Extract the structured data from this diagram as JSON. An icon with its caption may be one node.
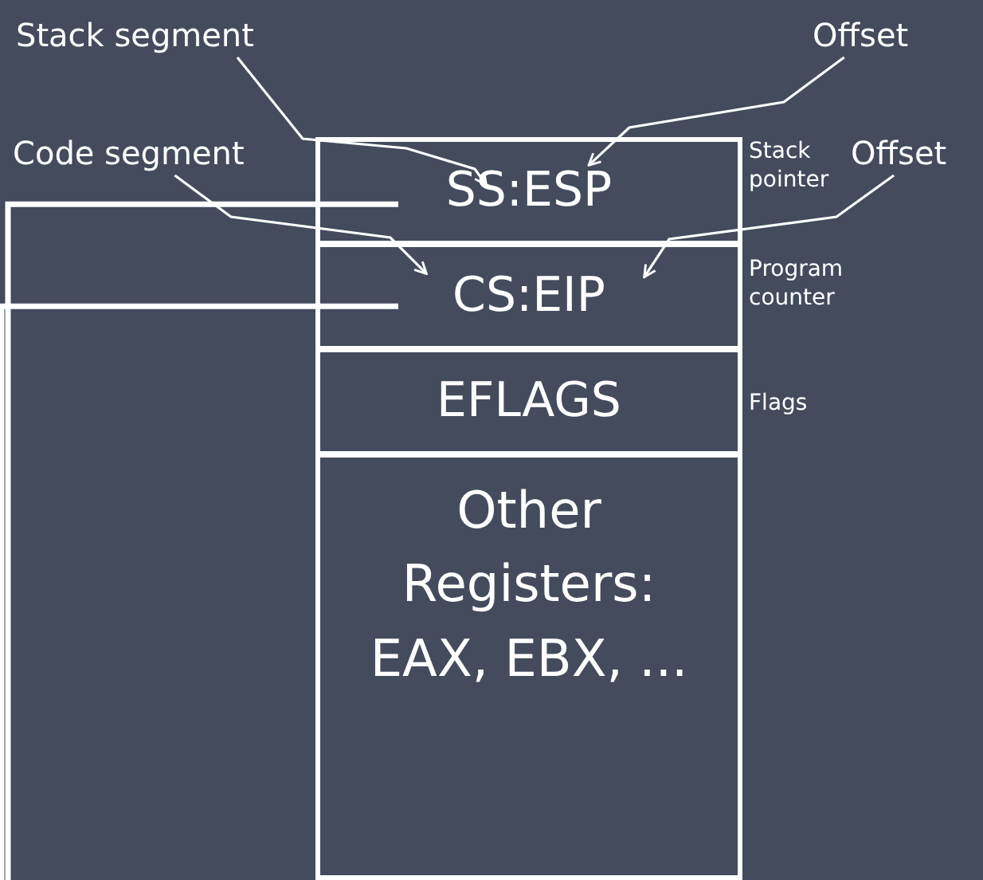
{
  "diagram": {
    "nodes": [
      {
        "text": [
          "Stack segment"
        ]
      },
      {
        "text": [
          "Offset"
        ]
      },
      {
        "text": [
          "Code segment"
        ]
      },
      {
        "text": [
          "SS:ESP"
        ],
        "beside": [
          "Stack pointer"
        ]
      },
      {
        "text": [
          "Offset"
        ]
      },
      {
        "text": [
          "CS:EIP"
        ],
        "beside": [
          "Program counter"
        ]
      },
      {
        "text": [
          "EFLAGS"
        ],
        "beside": [
          "Flags"
        ]
      },
      {
        "text": [
          "Other Registers: EAX, EBX, ..."
        ]
      }
    ],
    "edges": [
      {
        "from": 0,
        "to": 3,
        "arrow": "to"
      },
      {
        "from": 1,
        "to": 3,
        "arrow": "to"
      },
      {
        "from": 2,
        "to": 5,
        "arrow": "to"
      },
      {
        "from": 4,
        "to": 5,
        "arrow": "to"
      },
      {
        "from": null,
        "to": 3,
        "arrow": "none",
        "style": "thick"
      },
      {
        "from": null,
        "to": 5,
        "arrow": "none",
        "style": "thick"
      }
    ]
  }
}
